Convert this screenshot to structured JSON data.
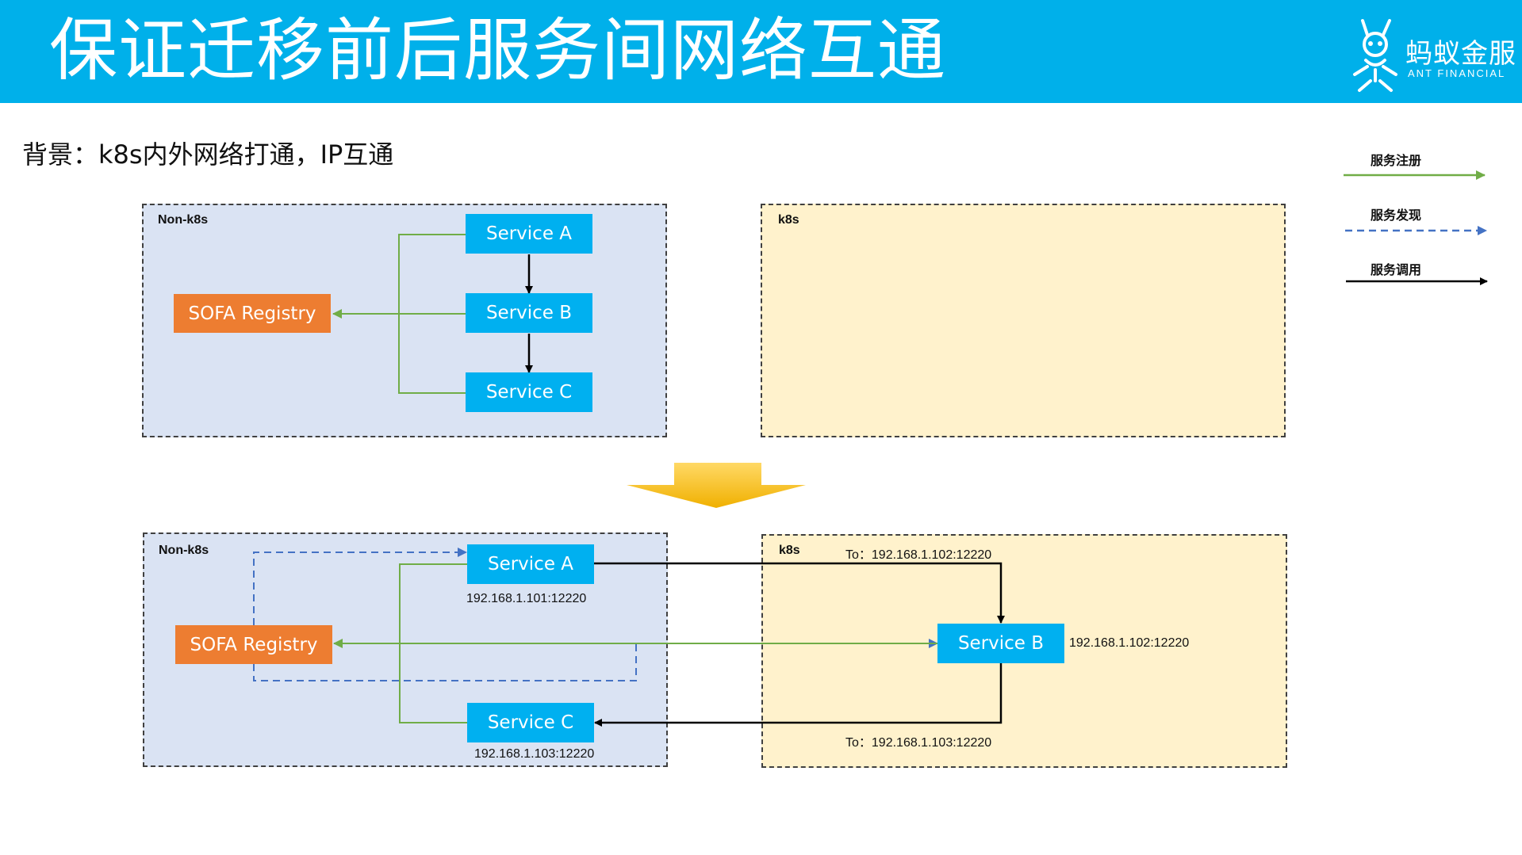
{
  "header": {
    "title": "保证迁移前后服务间网络互通",
    "logo_cn": "蚂蚁金服",
    "logo_en": "ANT FINANCIAL"
  },
  "subtitle": "背景：k8s内外网络打通，IP互通",
  "legend": {
    "register": "服务注册",
    "discover": "服务发现",
    "invoke": "服务调用"
  },
  "colors": {
    "header_bg": "#00b0ea",
    "service": "#00b0f0",
    "registry": "#ed7d31",
    "non_k8s_zone": "#dae3f3",
    "k8s_zone": "#fff2cc",
    "register_line": "#70ad47",
    "discover_line": "#4472c4",
    "invoke_line": "#000000",
    "transition_arrow": "#ffc000"
  },
  "before": {
    "non_k8s_label": "Non-k8s",
    "k8s_label": "k8s",
    "registry": "SOFA Registry",
    "service_a": "Service A",
    "service_b": "Service B",
    "service_c": "Service C"
  },
  "after": {
    "non_k8s_label": "Non-k8s",
    "k8s_label": "k8s",
    "registry": "SOFA Registry",
    "service_a": "Service A",
    "service_a_addr": "192.168.1.101:12220",
    "service_b": "Service B",
    "service_b_addr": "192.168.1.102:12220",
    "service_c": "Service C",
    "service_c_addr": "192.168.1.103:12220",
    "to_b": "To：192.168.1.102:12220",
    "to_c": "To：192.168.1.103:12220"
  }
}
